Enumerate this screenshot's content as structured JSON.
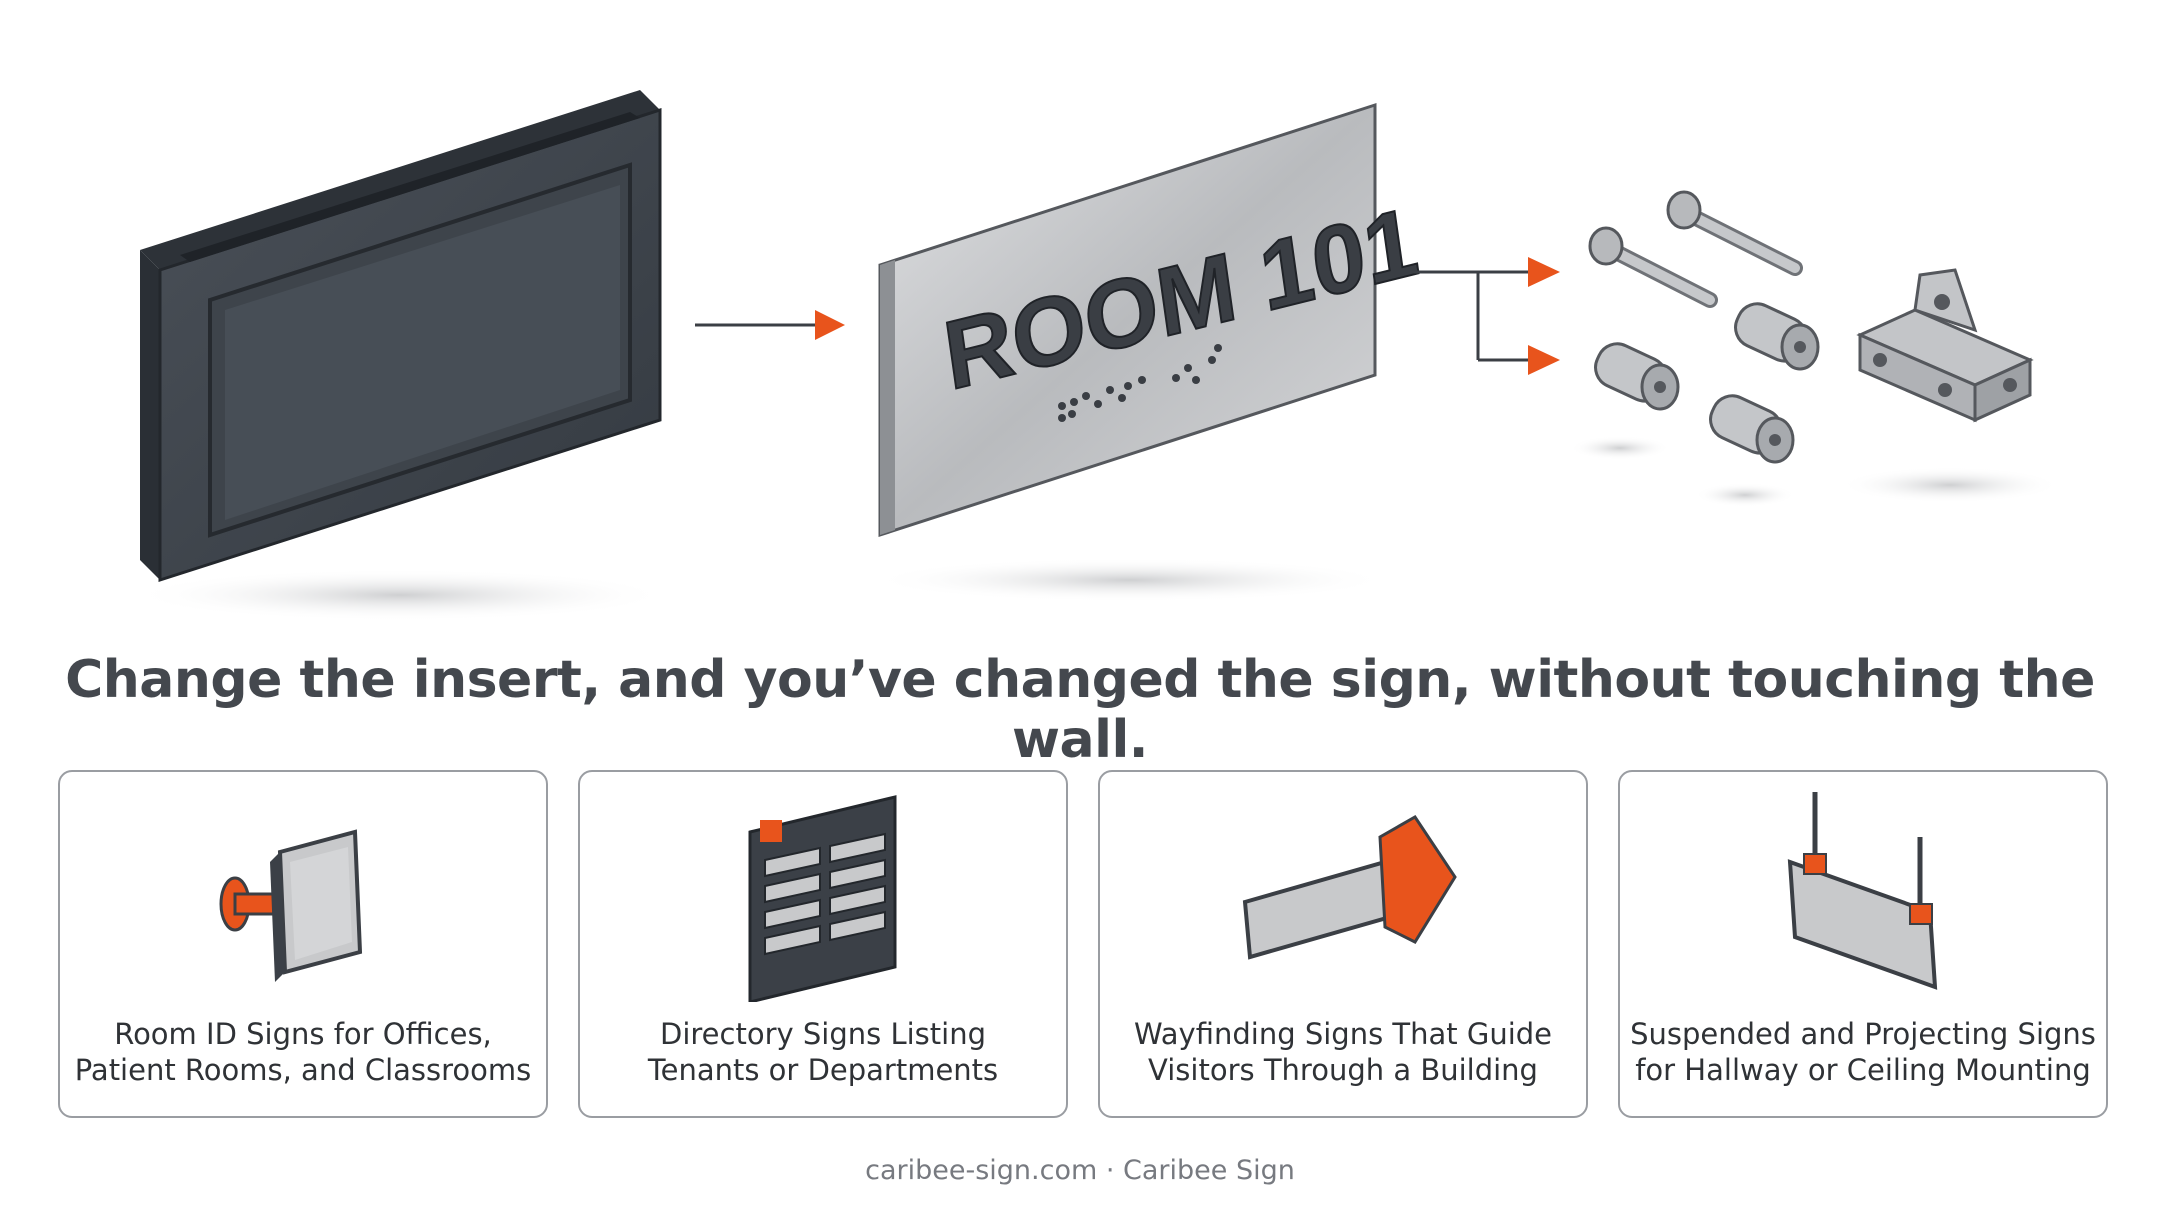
{
  "illustration": {
    "sign_text": "ROOM 101"
  },
  "headline": "Change the insert, and you’ve changed the sign, without touching the wall.",
  "cards": [
    {
      "line1": "Room ID Signs for Offices,",
      "line2": "Patient Rooms, and Classrooms",
      "icon": "wall-mount-sign-icon"
    },
    {
      "line1": "Directory Signs Listing",
      "line2": "Tenants or Departments",
      "icon": "directory-board-icon"
    },
    {
      "line1": "Wayfinding Signs That Guide",
      "line2": "Visitors Through a Building",
      "icon": "arrow-sign-icon"
    },
    {
      "line1": "Suspended and Projecting Signs",
      "line2": "for Hallway or Ceiling Mounting",
      "icon": "hanging-sign-icon"
    }
  ],
  "footer": "caribee-sign.com · Caribee Sign",
  "colors": {
    "accent": "#e8541c",
    "frame": "#3b4047",
    "metal": "#c8c9cb",
    "text": "#44484e"
  }
}
